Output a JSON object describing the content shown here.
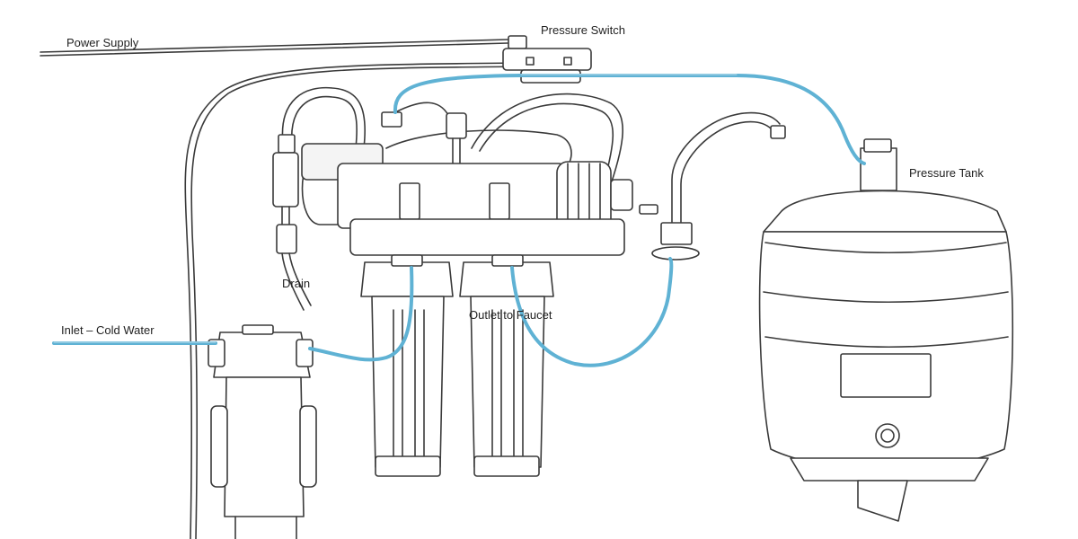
{
  "labels": {
    "power_supply": "Power Supply",
    "pressure_switch": "Pressure Switch",
    "pressure_tank": "Pressure Tank",
    "drain": "Drain",
    "outlet_to_faucet": "Outlet to Faucet",
    "inlet_cold_water": "Inlet – Cold Water"
  },
  "colors": {
    "water_line": "#5fb2d4",
    "outline": "#3a3a3a"
  }
}
